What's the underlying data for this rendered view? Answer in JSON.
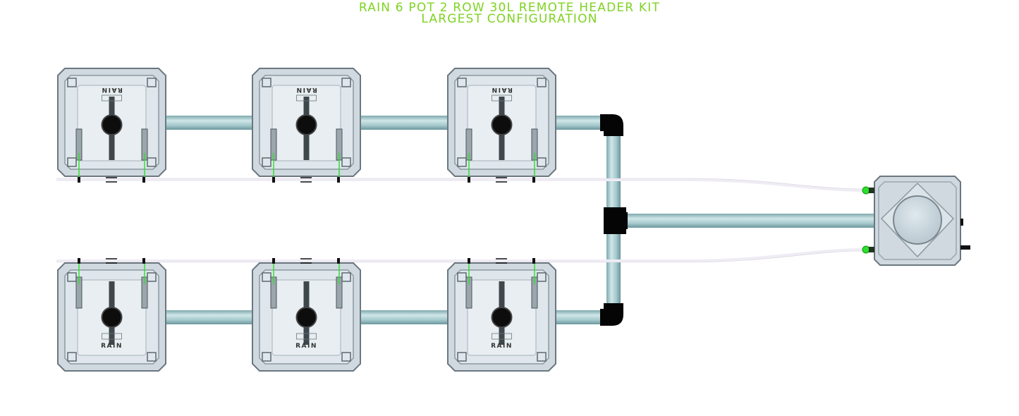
{
  "title": {
    "line1": "RAIN 6 POT 2 ROW 30L REMOTE HEADER KIT",
    "line2": "LARGEST CONFIGURATION"
  },
  "colors": {
    "title": "#7ed321",
    "pipe": "#a9cdd1",
    "pipe_shadow": "#6f9ea4",
    "pot_body": "#cfd9df",
    "pot_border": "#8f9aa2",
    "fitting": "#000000",
    "tube": "#f1eef6",
    "connector": "#33dd33"
  },
  "pots": {
    "top_row": [
      {
        "label": "RAIN",
        "orientation": "rotated"
      },
      {
        "label": "RAIN",
        "orientation": "rotated"
      },
      {
        "label": "RAIN",
        "orientation": "rotated"
      }
    ],
    "bottom_row": [
      {
        "label": "RAIN",
        "orientation": "normal"
      },
      {
        "label": "RAIN",
        "orientation": "normal"
      },
      {
        "label": "RAIN",
        "orientation": "normal"
      }
    ]
  },
  "header_tank": {
    "icon": "remote-header-tank-icon"
  }
}
